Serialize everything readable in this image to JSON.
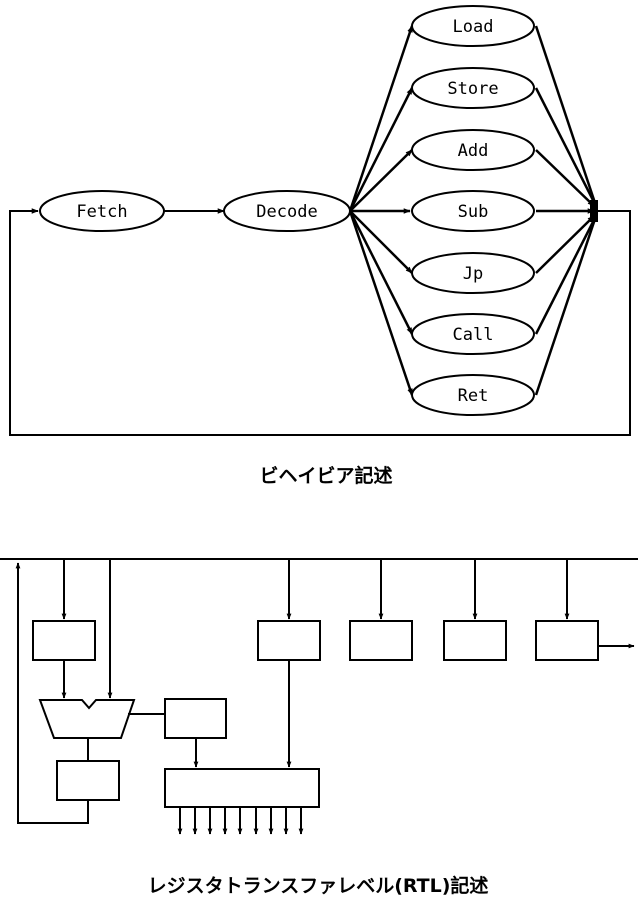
{
  "behavior_diagram": {
    "states": {
      "fetch": "Fetch",
      "decode": "Decode",
      "instructions": [
        "Load",
        "Store",
        "Add",
        "Sub",
        "Jp",
        "Call",
        "Ret"
      ]
    },
    "caption": "ビヘイビア記述"
  },
  "rtl_diagram": {
    "caption": "レジスタトランスファレベル(RTL)記述"
  }
}
